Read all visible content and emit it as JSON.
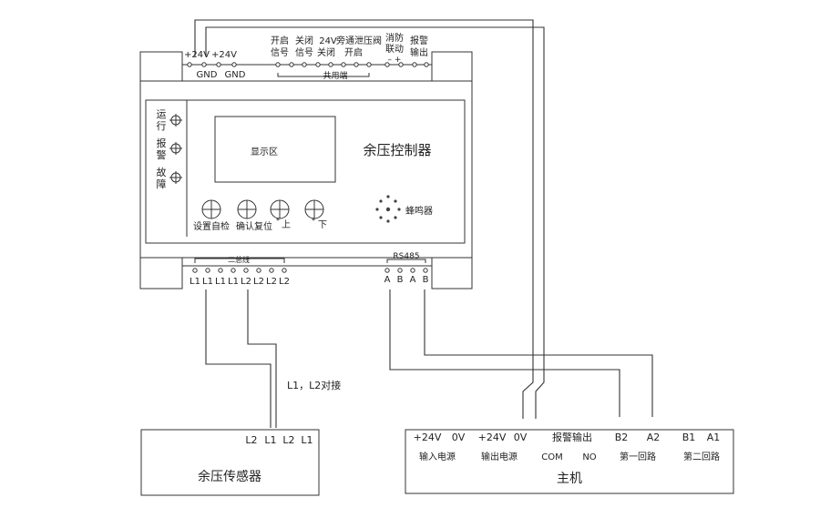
{
  "controller": {
    "title": "余压控制器",
    "display_label": "显示区",
    "buzzer_label": "蜂鸣器",
    "indicators": [
      {
        "line1": "运",
        "line2": "行"
      },
      {
        "line1": "报",
        "line2": "警"
      },
      {
        "line1": "故",
        "line2": "障"
      }
    ],
    "buttons": [
      "设置自检",
      "确认复位",
      "上",
      "下"
    ],
    "top_terminals": [
      {
        "line1": "+24V",
        "line2": "GND"
      },
      {
        "line1": "+24V",
        "line2": "GND"
      },
      {
        "line1": "开启",
        "line2": "信号"
      },
      {
        "line1": "关闭",
        "line2": "信号"
      },
      {
        "line1": "24V",
        "line2": "关闭"
      },
      {
        "line1": "旁通泄压阀",
        "line2": "开启"
      },
      {
        "line1": "消防",
        "line2": "联动"
      },
      {
        "line1": "报警",
        "line2": "输出"
      }
    ],
    "fire_link_pins": "–  +",
    "common_label": "共用端",
    "bus_label": "二总线",
    "bottom_terminals": [
      "L1",
      "L1",
      "L1",
      "L1",
      "L2",
      "L2",
      "L2",
      "L2"
    ],
    "rs485_label": "RS485",
    "rs485_pins": [
      "A",
      "B",
      "A",
      "B"
    ]
  },
  "wiring_note": "L1，L2对接",
  "sensor": {
    "title": "余压传感器",
    "terminals": [
      "L2",
      "L1",
      "L2",
      "L1"
    ]
  },
  "host": {
    "title": "主机",
    "top_labels": [
      "+24V",
      "0V",
      "+24V",
      "0V",
      "报警输出",
      "B2",
      "A2",
      "B1",
      "A1"
    ],
    "bottom_labels": [
      "输入电源",
      "输出电源",
      "COM",
      "NO",
      "第一回路",
      "第二回路"
    ]
  }
}
